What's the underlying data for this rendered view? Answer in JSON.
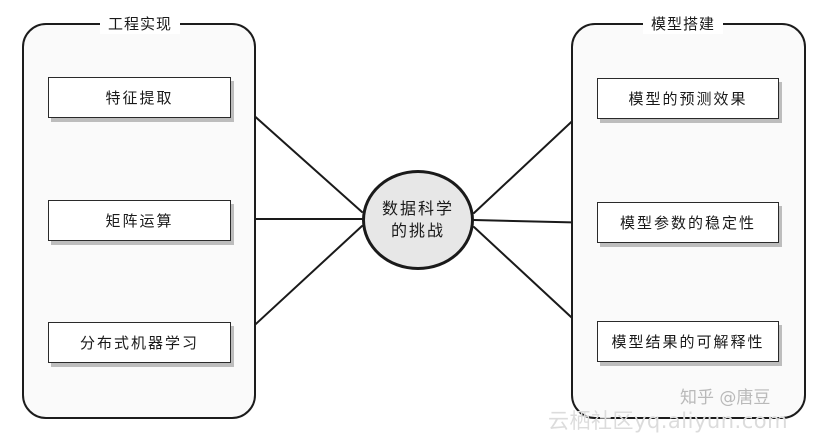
{
  "diagram": {
    "left_panel": {
      "title": "工程实现",
      "items": [
        "特征提取",
        "矩阵运算",
        "分布式机器学习"
      ]
    },
    "right_panel": {
      "title": "模型搭建",
      "items": [
        "模型的预测效果",
        "模型参数的稳定性",
        "模型结果的可解释性"
      ]
    },
    "center": {
      "line1": "数据科学",
      "line2": "的挑战"
    }
  },
  "watermarks": {
    "zhihu": "知乎 @唐豆",
    "yunqi": "云栖社区yq.aliyun.com"
  },
  "colors": {
    "stroke": "#1a1a1a",
    "center_fill": "#e7e7e7",
    "shadow": "#bdbdbd"
  }
}
